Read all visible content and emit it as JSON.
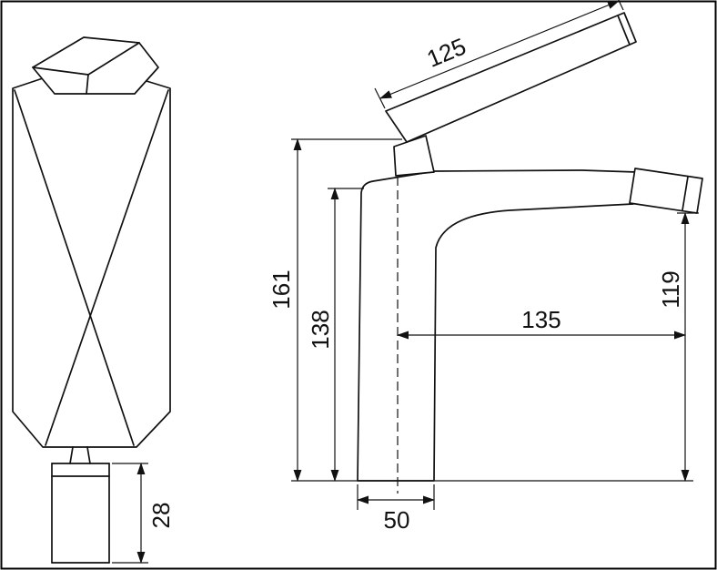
{
  "page": {
    "background": "#ffffff",
    "line_color": "#111111"
  },
  "drawing": {
    "dims": {
      "handle_length": "125",
      "total_height": "161",
      "body_height": "138",
      "reach": "135",
      "spout_height": "119",
      "base_width": "50",
      "inlet_height": "28"
    }
  }
}
